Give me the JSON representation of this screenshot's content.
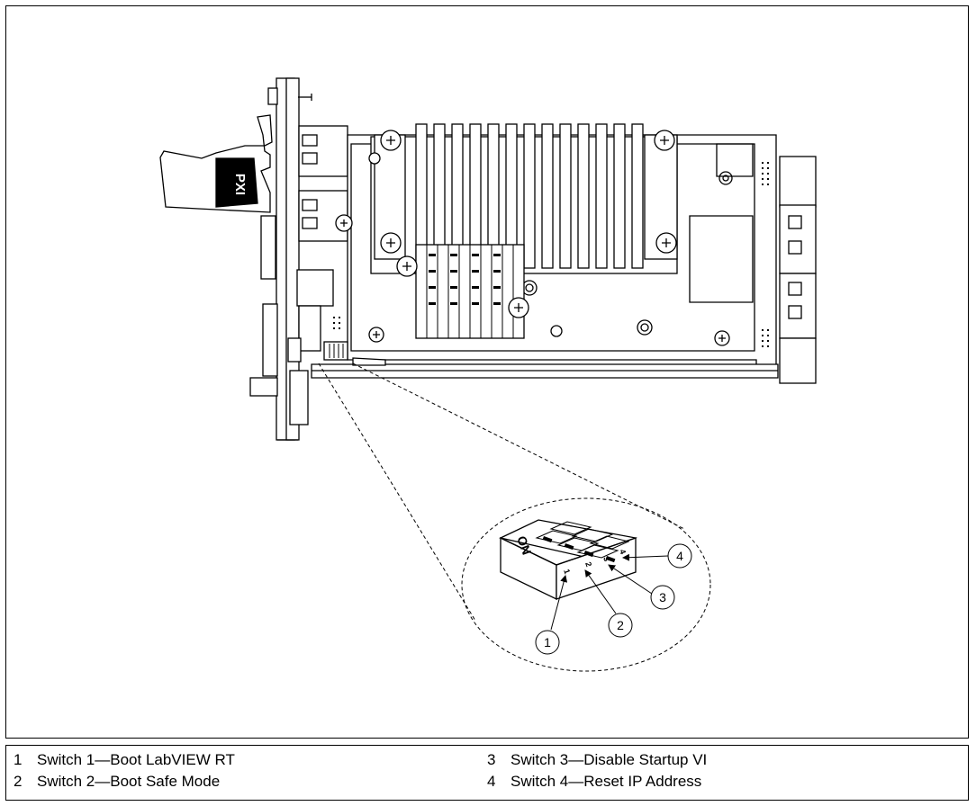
{
  "callouts": [
    {
      "number": "1"
    },
    {
      "number": "2"
    },
    {
      "number": "3"
    },
    {
      "number": "4"
    }
  ],
  "switch_labels": {
    "on": "ON",
    "numbers": [
      "1",
      "2",
      "3",
      "4"
    ]
  },
  "panel_logo": "PXI",
  "legend": [
    {
      "number": "1",
      "text": "Switch 1—Boot LabVIEW RT"
    },
    {
      "number": "2",
      "text": "Switch 2—Boot Safe Mode"
    },
    {
      "number": "3",
      "text": "Switch 3—Disable Startup VI"
    },
    {
      "number": "4",
      "text": "Switch 4—Reset IP Address"
    }
  ]
}
